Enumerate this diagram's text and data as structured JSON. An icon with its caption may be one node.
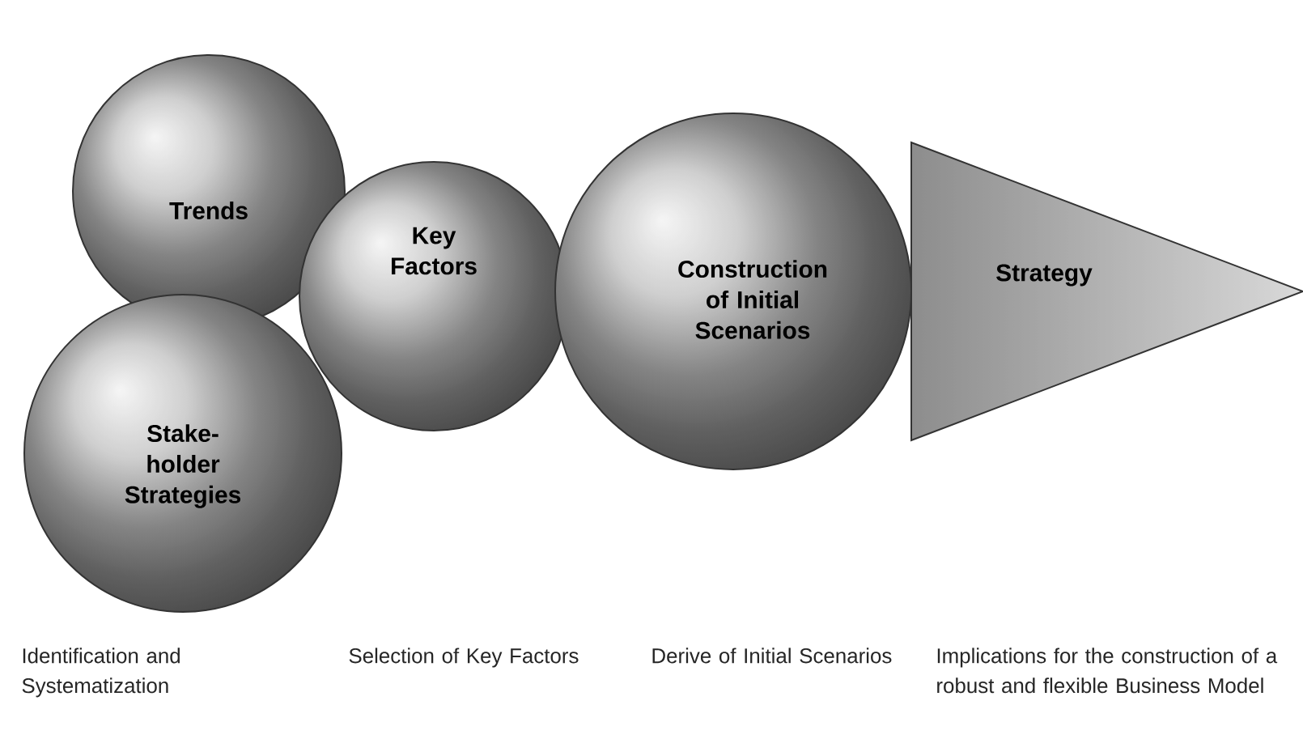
{
  "diagram": {
    "nodes": [
      {
        "text": [
          "Trends"
        ]
      },
      {
        "text": [
          "Stake- holder Strategies"
        ]
      },
      {
        "text": [
          "Key Factors"
        ]
      },
      {
        "text": [
          "Construction of Initial Scenarios"
        ]
      },
      {
        "text": [
          "Strategy"
        ]
      }
    ],
    "labels": [
      "Identification and Systematization",
      "Selection of Key Factors",
      "Derive of Initial Scenarios",
      "Implications for the construction of a robust and flexible Business Model"
    ]
  }
}
